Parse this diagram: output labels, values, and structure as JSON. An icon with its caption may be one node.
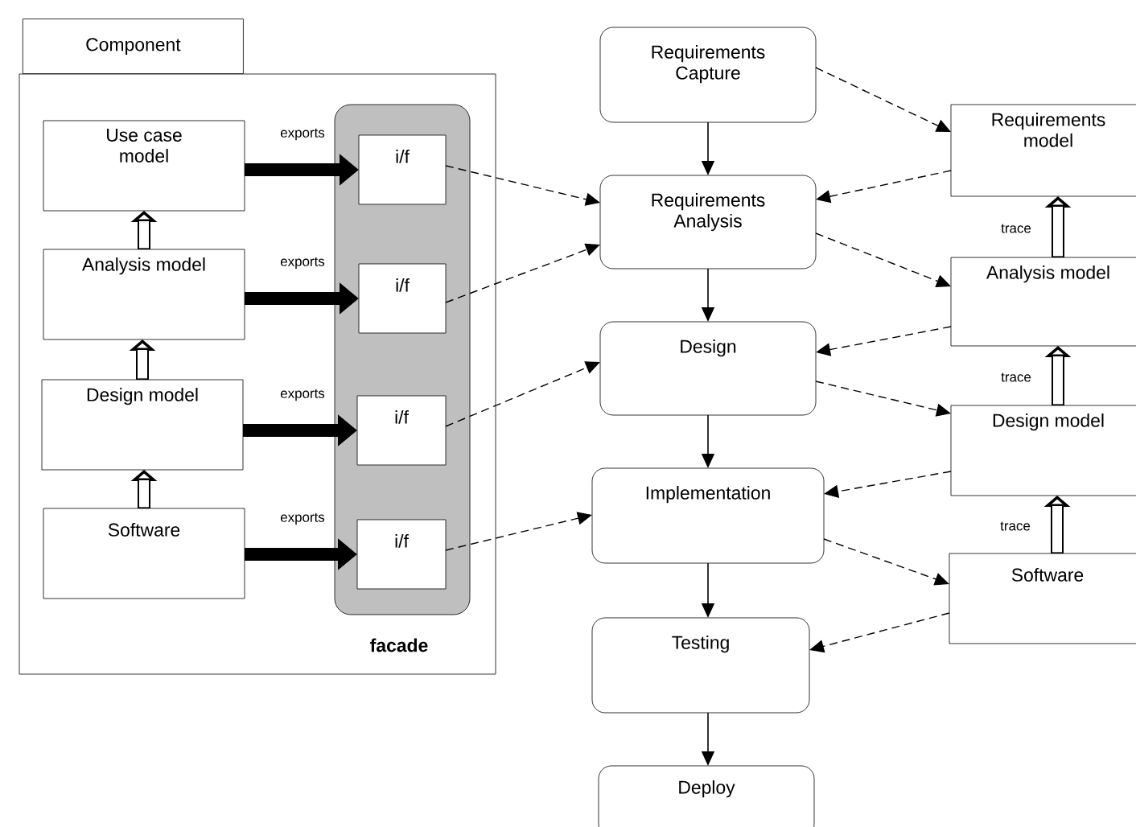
{
  "diagram": {
    "nodes": [
      {
        "text": [
          "Component"
        ]
      },
      {
        "text": [
          "Use case model"
        ],
        "in": 0
      },
      {
        "text": [
          "Analysis model"
        ],
        "in": 0
      },
      {
        "text": [
          "Design model"
        ],
        "in": 0
      },
      {
        "text": [
          "Software"
        ],
        "in": 0
      },
      {
        "text": [
          "facade"
        ],
        "in": 0
      },
      {
        "text": [
          "i/f"
        ],
        "in": 5
      },
      {
        "text": [
          "i/f"
        ],
        "in": 5
      },
      {
        "text": [
          "i/f"
        ],
        "in": 5
      },
      {
        "text": [
          "i/f"
        ],
        "in": 5
      },
      {
        "text": [
          "Requirements Capture"
        ]
      },
      {
        "text": [
          "Requirements Analysis"
        ]
      },
      {
        "text": [
          "Design"
        ]
      },
      {
        "text": [
          "Implementation"
        ]
      },
      {
        "text": [
          "Testing"
        ]
      },
      {
        "text": [
          "Deploy"
        ]
      },
      {
        "text": [
          "Requirements model"
        ]
      },
      {
        "text": [
          "Analysis model"
        ]
      },
      {
        "text": [
          "Design model"
        ]
      },
      {
        "text": [
          "Software"
        ]
      }
    ],
    "edges": [
      {
        "from": 1,
        "to": 6,
        "arrow": "to",
        "style": "thick",
        "label": "exports"
      },
      {
        "from": 2,
        "to": 7,
        "arrow": "to",
        "style": "thick",
        "label": "exports"
      },
      {
        "from": 3,
        "to": 8,
        "arrow": "to",
        "style": "thick",
        "label": "exports"
      },
      {
        "from": 4,
        "to": 9,
        "arrow": "to",
        "style": "thick",
        "label": "exports"
      },
      {
        "from": 2,
        "to": 1,
        "arrow": "to",
        "style": "thick"
      },
      {
        "from": 3,
        "to": 2,
        "arrow": "to",
        "style": "thick"
      },
      {
        "from": 4,
        "to": 3,
        "arrow": "to",
        "style": "thick"
      },
      {
        "from": 6,
        "to": 11,
        "arrow": "to",
        "style": "dashed"
      },
      {
        "from": 7,
        "to": 11,
        "arrow": "to",
        "style": "dashed"
      },
      {
        "from": 8,
        "to": 12,
        "arrow": "to",
        "style": "dashed"
      },
      {
        "from": 9,
        "to": 13,
        "arrow": "to",
        "style": "dashed"
      },
      {
        "from": 10,
        "to": 11,
        "arrow": "to"
      },
      {
        "from": 11,
        "to": 12,
        "arrow": "to"
      },
      {
        "from": 12,
        "to": 13,
        "arrow": "to"
      },
      {
        "from": 13,
        "to": 14,
        "arrow": "to"
      },
      {
        "from": 14,
        "to": 15,
        "arrow": "to"
      },
      {
        "from": 10,
        "to": 16,
        "arrow": "to",
        "style": "dashed"
      },
      {
        "from": 16,
        "to": 11,
        "arrow": "to",
        "style": "dashed"
      },
      {
        "from": 11,
        "to": 17,
        "arrow": "to",
        "style": "dashed"
      },
      {
        "from": 17,
        "to": 12,
        "arrow": "to",
        "style": "dashed"
      },
      {
        "from": 12,
        "to": 18,
        "arrow": "to",
        "style": "dashed"
      },
      {
        "from": 18,
        "to": 13,
        "arrow": "to",
        "style": "dashed"
      },
      {
        "from": 13,
        "to": 19,
        "arrow": "to",
        "style": "dashed"
      },
      {
        "from": 19,
        "to": 14,
        "arrow": "to",
        "style": "dashed"
      },
      {
        "from": 19,
        "to": 18,
        "arrow": "to",
        "style": "thick",
        "label": "trace"
      },
      {
        "from": 18,
        "to": 17,
        "arrow": "to",
        "style": "thick",
        "label": "trace"
      },
      {
        "from": 17,
        "to": 16,
        "arrow": "to",
        "style": "thick",
        "label": "trace"
      }
    ]
  }
}
